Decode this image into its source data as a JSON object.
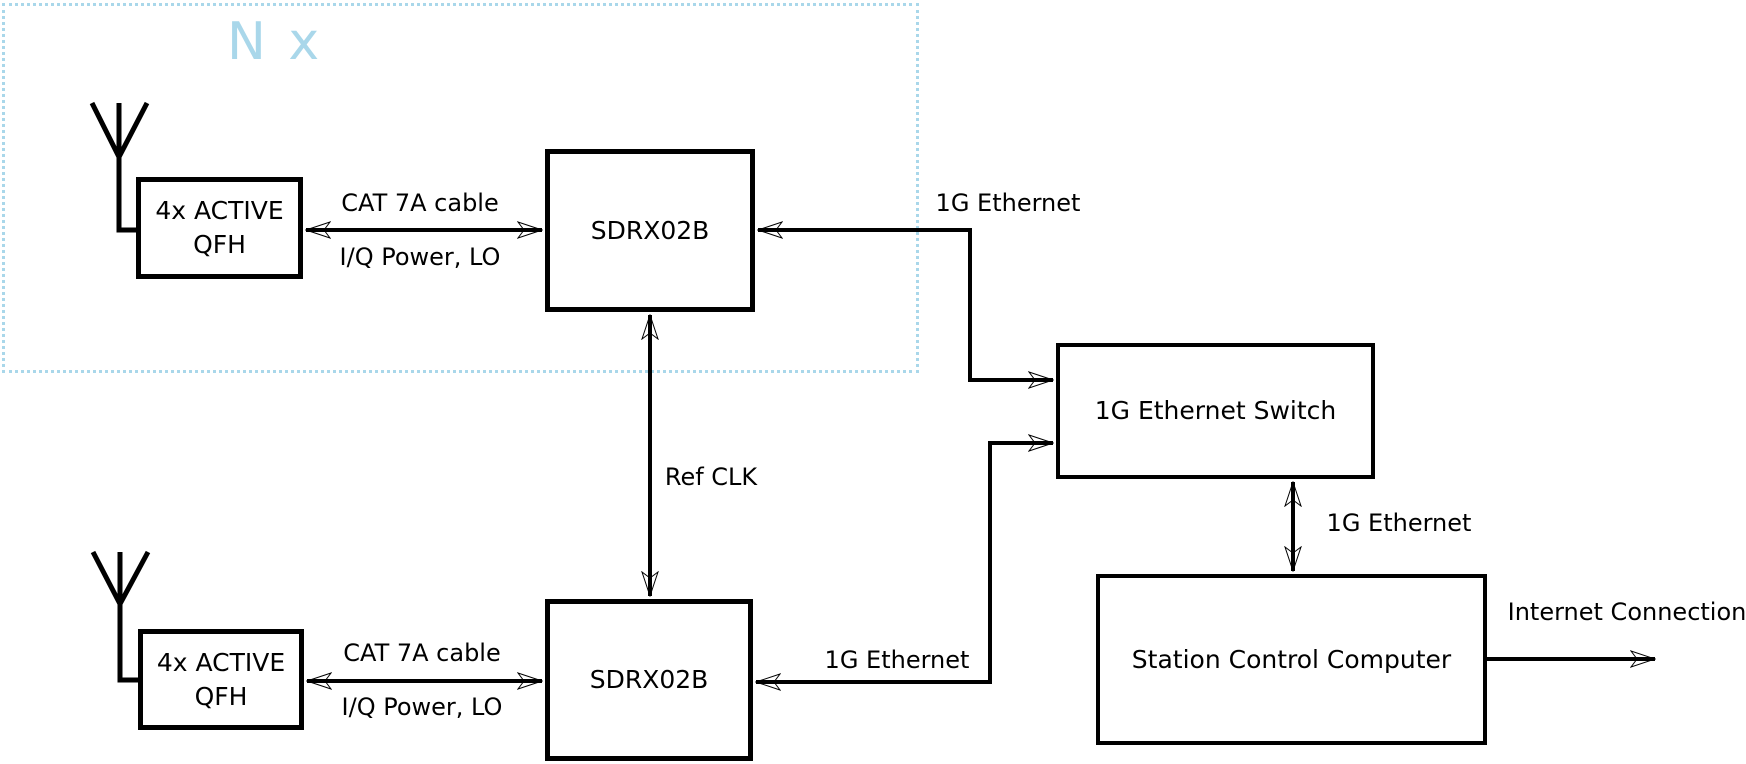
{
  "group": {
    "multiplier_label": "N x"
  },
  "nodes": {
    "qfh_top": {
      "line1": "4x ACTIVE",
      "line2": "QFH"
    },
    "sdrx_top": {
      "label": "SDRX02B"
    },
    "qfh_bottom": {
      "line1": "4x ACTIVE",
      "line2": "QFH"
    },
    "sdrx_bottom": {
      "label": "SDRX02B"
    },
    "ethernet_switch": {
      "label": "1G Ethernet Switch"
    },
    "station_computer": {
      "label": "Station Control Computer"
    }
  },
  "labels": {
    "cat7a_top": "CAT 7A cable",
    "iq_power_top": "I/Q Power, LO",
    "ethernet_top": "1G Ethernet",
    "ref_clk": "Ref CLK",
    "cat7a_bottom": "CAT 7A cable",
    "iq_power_bottom": "I/Q Power, LO",
    "ethernet_bottom": "1G Ethernet",
    "ethernet_switch_pc": "1G Ethernet",
    "internet_connection": "Internet Connection"
  },
  "colors": {
    "accent_blue": "#a9d7ea",
    "line_black": "#000000",
    "background": "#ffffff"
  }
}
